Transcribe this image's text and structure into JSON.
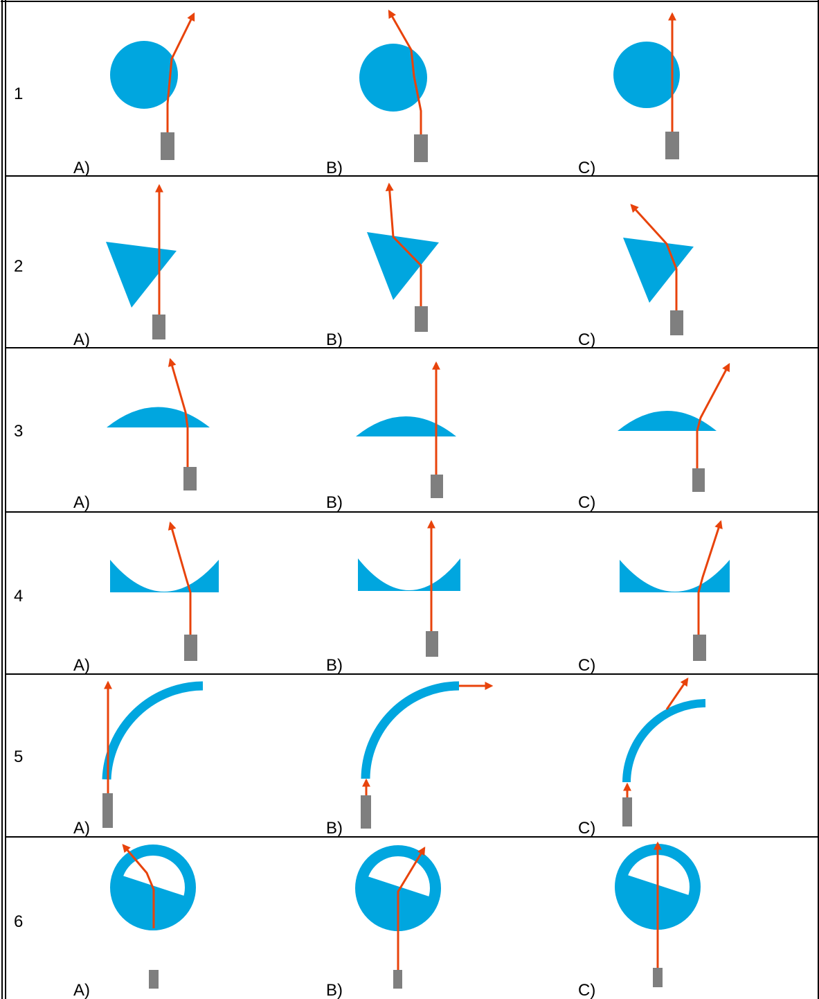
{
  "colors": {
    "shape": "#00a6df",
    "ray": "#e8430b",
    "laser": "#7f7f7f"
  },
  "rows": [
    {
      "number": "1",
      "options": [
        "A)",
        "B)",
        "C)"
      ]
    },
    {
      "number": "2",
      "options": [
        "A)",
        "B)",
        "C)"
      ]
    },
    {
      "number": "3",
      "options": [
        "A)",
        "B)",
        "C)"
      ]
    },
    {
      "number": "4",
      "options": [
        "A)",
        "B)",
        "C)"
      ]
    },
    {
      "number": "5",
      "options": [
        "A)",
        "B)",
        "C)"
      ]
    },
    {
      "number": "6",
      "options": [
        "A)",
        "B)",
        "C)"
      ]
    }
  ]
}
